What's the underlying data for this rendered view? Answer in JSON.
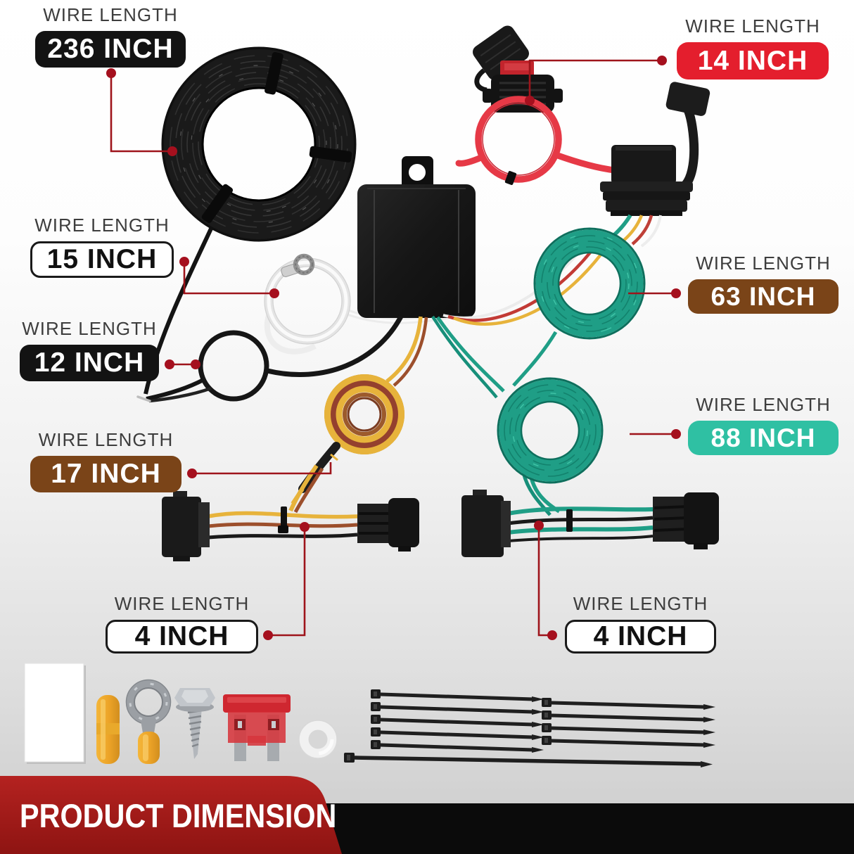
{
  "banner": {
    "title": "PRODUCT DIMENSION"
  },
  "annotations": [
    {
      "id": "wire-236",
      "label": "WIRE LENGTH",
      "value": "236 INCH",
      "badge_style": "black"
    },
    {
      "id": "wire-14",
      "label": "WIRE LENGTH",
      "value": "14 INCH",
      "badge_style": "red"
    },
    {
      "id": "wire-15",
      "label": "WIRE LENGTH",
      "value": "15 INCH",
      "badge_style": "white"
    },
    {
      "id": "wire-12",
      "label": "WIRE LENGTH",
      "value": "12 INCH",
      "badge_style": "black"
    },
    {
      "id": "wire-17",
      "label": "WIRE LENGTH",
      "value": "17 INCH",
      "badge_style": "brown"
    },
    {
      "id": "wire-63",
      "label": "WIRE LENGTH",
      "value": "63 INCH",
      "badge_style": "brown"
    },
    {
      "id": "wire-88",
      "label": "WIRE LENGTH",
      "value": "88 INCH",
      "badge_style": "teal"
    },
    {
      "id": "wire-4-left",
      "label": "WIRE LENGTH",
      "value": "4 INCH",
      "badge_style": "white"
    },
    {
      "id": "wire-4-right",
      "label": "WIRE LENGTH",
      "value": "4 INCH",
      "badge_style": "white"
    }
  ],
  "parts": [
    "black-wire-coil-236",
    "inline-fuse-holder-14",
    "flat-4-pin-connector",
    "green-wire-coil-63",
    "converter-module",
    "clear-tube-loop-15",
    "black-wire-loop-12",
    "yellow-wire-coil-17",
    "green-wire-coil-88",
    "t-connector-pair-left",
    "t-connector-pair-right",
    "instruction-card",
    "butt-connector",
    "ring-terminal",
    "self-tapping-screw",
    "blade-fuse",
    "nylon-washer",
    "cable-ties-short",
    "cable-tie-long"
  ],
  "colors": {
    "badge_black": "#131313",
    "badge_red": "#e41e2d",
    "badge_brown": "#7a4418",
    "badge_teal": "#2fc0a3",
    "badge_white": "#ffffff",
    "badge_outline": "#1a1a1a",
    "badge_text_light": "#ffffff",
    "badge_text_dark": "#111111",
    "label_text": "#3d3d3d",
    "pointer_line": "#9e141b",
    "pointer_dot": "#a5101e",
    "banner_red": "#b01b19",
    "banner_black": "#0b0b0b",
    "banner_text": "#ffffff",
    "wire_green": "#1f9e86",
    "wire_red": "#e63946",
    "wire_yellow": "#e7b33b"
  }
}
